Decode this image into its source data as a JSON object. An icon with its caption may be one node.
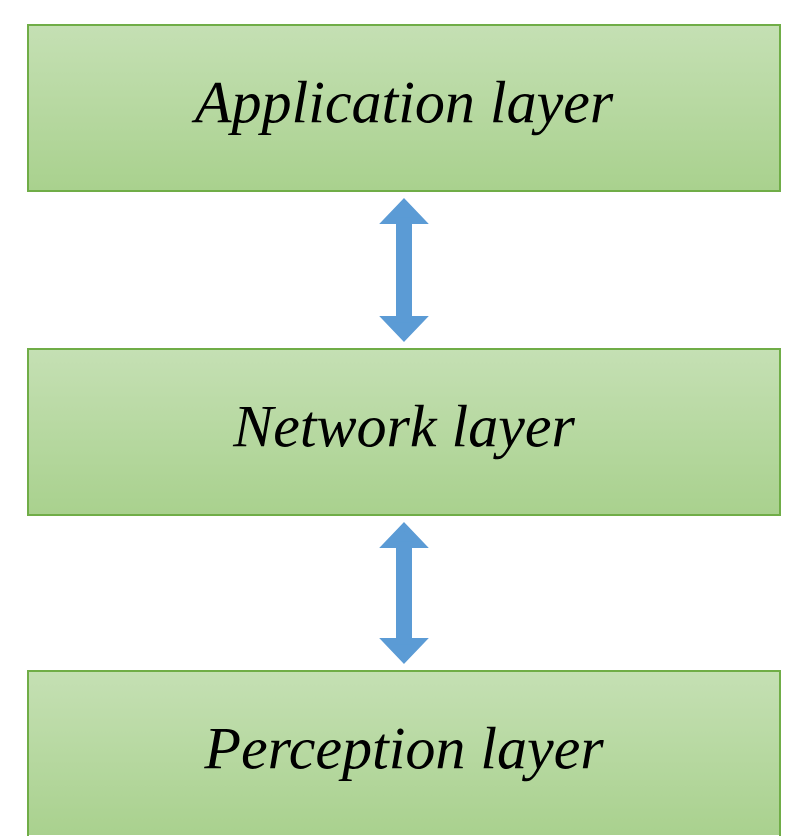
{
  "diagram": {
    "nodes": [
      {
        "text": [
          "Application layer"
        ]
      },
      {
        "text": [
          "Network layer"
        ]
      },
      {
        "text": [
          "Perception layer"
        ]
      }
    ],
    "edges": [
      {
        "from": 0,
        "to": 1,
        "arrow": "both"
      },
      {
        "from": 1,
        "to": 2,
        "arrow": "both"
      }
    ]
  }
}
